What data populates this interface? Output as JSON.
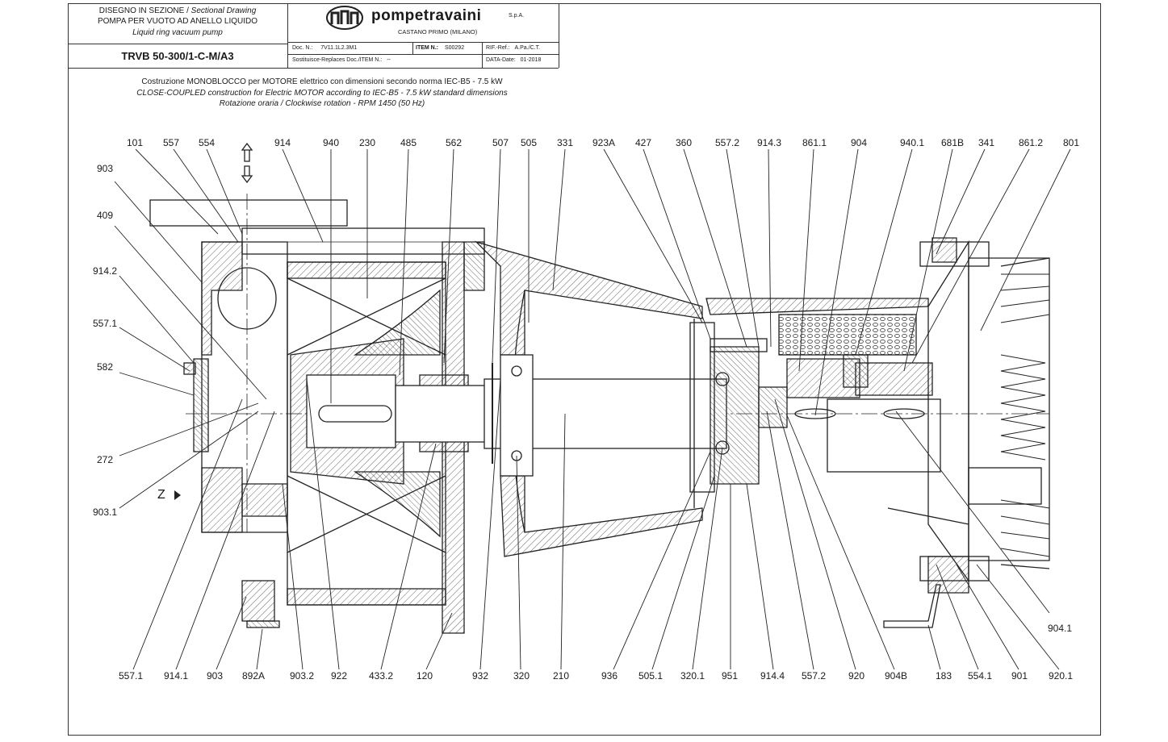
{
  "header": {
    "title_it": "DISEGNO IN SEZIONE",
    "title_en": "Sectional Drawing",
    "pump_it": "POMPA PER VUOTO AD ANELLO LIQUIDO",
    "pump_en": "Liquid ring vacuum pump",
    "model": "TRVB 50-300/1-C-M/A3",
    "brand": "pompetravaini",
    "brand_suffix": "S.p.A.",
    "location": "CASTANO PRIMO (MILANO)",
    "doc_label": "Doc. N.:",
    "doc_value": "7V11.1L2.3M1",
    "item_label": "ITEM N.:",
    "item_value": "S00292",
    "ref_label": "RIF.-Ref.:",
    "ref_value": "A.Pa./C.T.",
    "replaces_label": "Sostituisce-Replaces Doc./ITEM N.:",
    "replaces_value": "--",
    "date_label": "DATA-Date:",
    "date_value": "01-2018"
  },
  "description": {
    "line1": "Costruzione MONOBLOCCO per MOTORE elettrico con dimensioni secondo norma IEC-B5 - 7.5 kW",
    "line2": "CLOSE-COUPLED construction for Electric MOTOR according to IEC-B5 - 7.5 kW standard dimensions",
    "line3": "Rotazione oraria / Clockwise rotation - RPM 1450 (50 Hz)"
  },
  "view_label": "Z",
  "callouts": {
    "top": [
      "101",
      "557",
      "554",
      "914",
      "940",
      "230",
      "485",
      "562",
      "507",
      "505",
      "331",
      "923A",
      "427",
      "360",
      "557.2",
      "914.3",
      "861.1",
      "904",
      "940.1",
      "681B",
      "341",
      "861.2",
      "801"
    ],
    "left": [
      "903",
      "409",
      "914.2",
      "557.1",
      "582",
      "272",
      "903.1"
    ],
    "bottom": [
      "557.1",
      "914.1",
      "903",
      "892A",
      "903.2",
      "922",
      "433.2",
      "120",
      "932",
      "320",
      "210",
      "936",
      "505.1",
      "320.1",
      "951",
      "914.4",
      "557.2",
      "920",
      "904B",
      "183",
      "554.1",
      "901",
      "920.1"
    ],
    "right": [
      "904.1"
    ]
  }
}
